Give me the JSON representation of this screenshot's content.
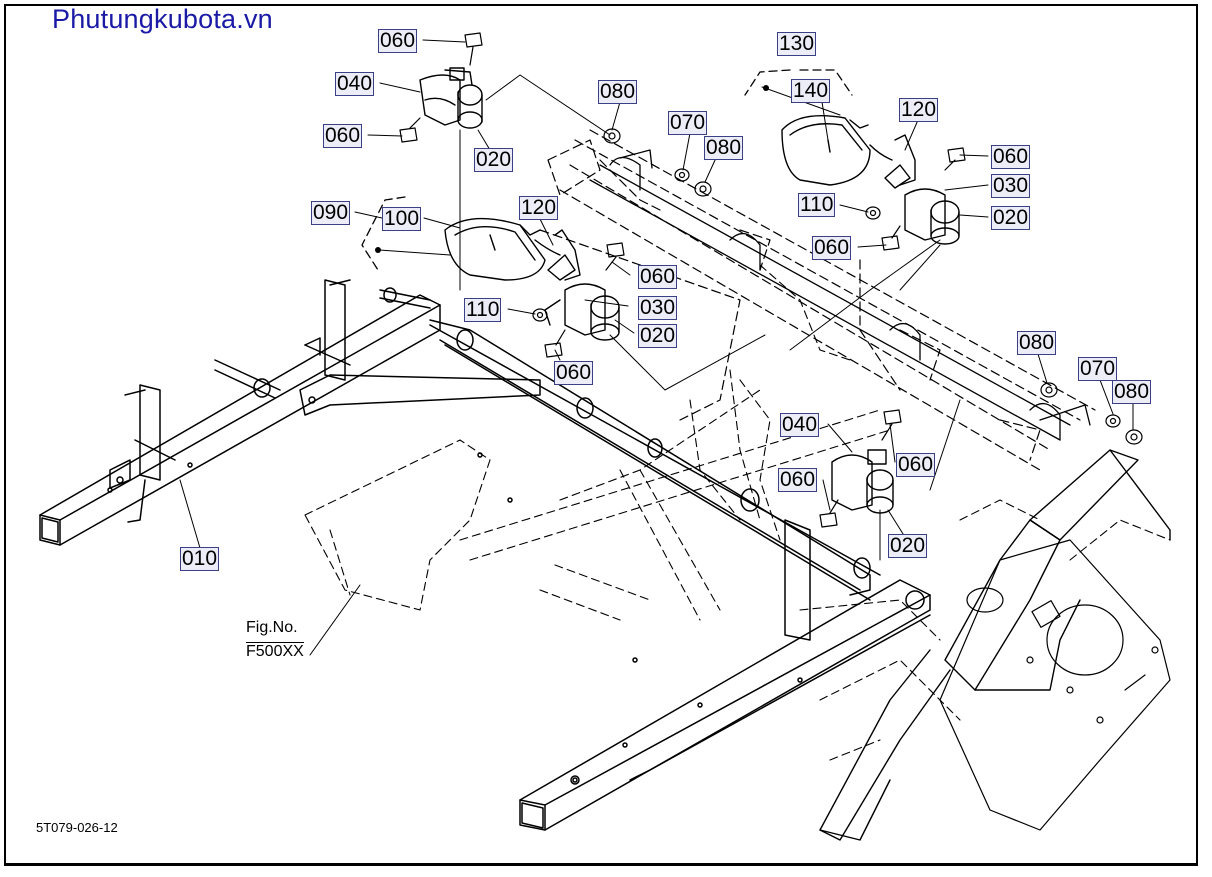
{
  "watermark": "Phutungkubota.vn",
  "drawing_code": "5T079-026-12",
  "fig_ref": {
    "line1": "Fig.No.",
    "line2": "F500XX"
  },
  "callouts": [
    {
      "id": "c-060-a",
      "label": "060"
    },
    {
      "id": "c-040-a",
      "label": "040"
    },
    {
      "id": "c-060-b",
      "label": "060"
    },
    {
      "id": "c-020-a",
      "label": "020"
    },
    {
      "id": "c-130",
      "label": "130"
    },
    {
      "id": "c-140",
      "label": "140"
    },
    {
      "id": "c-080-a",
      "label": "080"
    },
    {
      "id": "c-070-a",
      "label": "070"
    },
    {
      "id": "c-080-b",
      "label": "080"
    },
    {
      "id": "c-120-a",
      "label": "120"
    },
    {
      "id": "c-060-c",
      "label": "060"
    },
    {
      "id": "c-030-a",
      "label": "030"
    },
    {
      "id": "c-020-b",
      "label": "020"
    },
    {
      "id": "c-110-a",
      "label": "110"
    },
    {
      "id": "c-060-d",
      "label": "060"
    },
    {
      "id": "c-090",
      "label": "090"
    },
    {
      "id": "c-100",
      "label": "100"
    },
    {
      "id": "c-120-b",
      "label": "120"
    },
    {
      "id": "c-060-e",
      "label": "060"
    },
    {
      "id": "c-030-b",
      "label": "030"
    },
    {
      "id": "c-110-b",
      "label": "110"
    },
    {
      "id": "c-020-c",
      "label": "020"
    },
    {
      "id": "c-060-f",
      "label": "060"
    },
    {
      "id": "c-080-c",
      "label": "080"
    },
    {
      "id": "c-070-b",
      "label": "070"
    },
    {
      "id": "c-080-d",
      "label": "080"
    },
    {
      "id": "c-040-b",
      "label": "040"
    },
    {
      "id": "c-060-g",
      "label": "060"
    },
    {
      "id": "c-060-h",
      "label": "060"
    },
    {
      "id": "c-020-d",
      "label": "020"
    },
    {
      "id": "c-010",
      "label": "010"
    }
  ]
}
